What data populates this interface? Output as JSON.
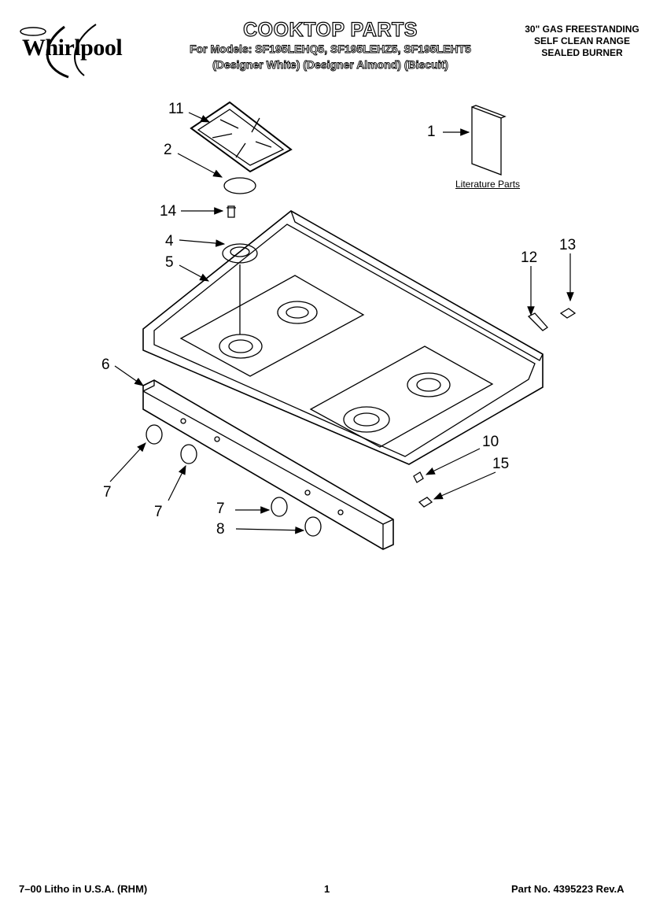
{
  "header": {
    "brand": "Whirlpool",
    "title": "COOKTOP PARTS",
    "models_line": "For Models: SF195LEHQ5, SF195LEHZ5, SF195LEHT5",
    "colors_line": "(Designer White) (Designer Almond) (Biscuit)",
    "product_lines": [
      "30\" GAS FREESTANDING",
      "SELF CLEAN RANGE",
      "SEALED BURNER"
    ]
  },
  "callouts": [
    "11",
    "2",
    "14",
    "4",
    "5",
    "6",
    "7",
    "7",
    "7",
    "8",
    "1",
    "12",
    "13",
    "10",
    "15"
  ],
  "literature_label": "Literature Parts",
  "footer": {
    "left": "7–00 Litho in U.S.A. (RHM)",
    "center": "1",
    "right": "Part No. 4395223 Rev.A"
  }
}
